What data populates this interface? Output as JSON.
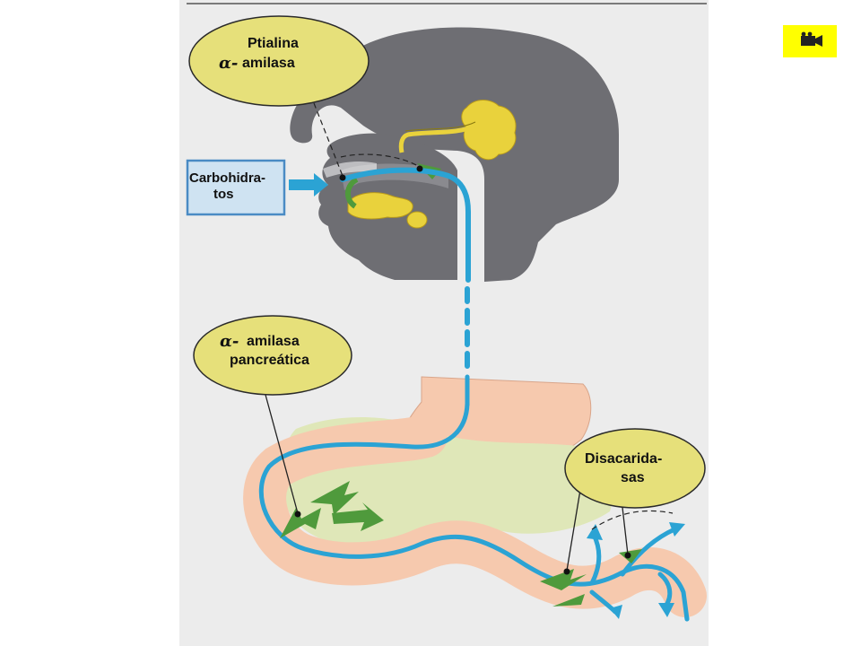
{
  "labels": {
    "ptialina_line1": "Ptialina",
    "ptialina_greek": "α-",
    "ptialina_line2": "amilasa",
    "carbohidratos_line1": "Carbohidra-",
    "carbohidratos_line2": "tos",
    "pancreatica_greek": "α-",
    "pancreatica_line1": "amilasa",
    "pancreatica_line2": "pancreática",
    "disacaridasas_line1": "Disacarida-",
    "disacaridasas_line2": "sas"
  },
  "colors": {
    "panel": "#ececec",
    "head_gray": "#6e6e73",
    "oral_gray": "#8a8a8f",
    "pathway_blue": "#2ba3d4",
    "gland_yellow": "#e9d23c",
    "bubble_fill": "#e6e07a",
    "bubble_stroke": "#2a2a2a",
    "carb_box_fill": "#cfe3f2",
    "carb_box_stroke": "#4a8bc4",
    "intestine_peach": "#f6c9ae",
    "mesentery_green": "#dfe7b8",
    "enzyme_green": "#4f9a3c",
    "camera_badge": "#ffff00"
  },
  "icons": {
    "camera": "video-camera-icon"
  }
}
